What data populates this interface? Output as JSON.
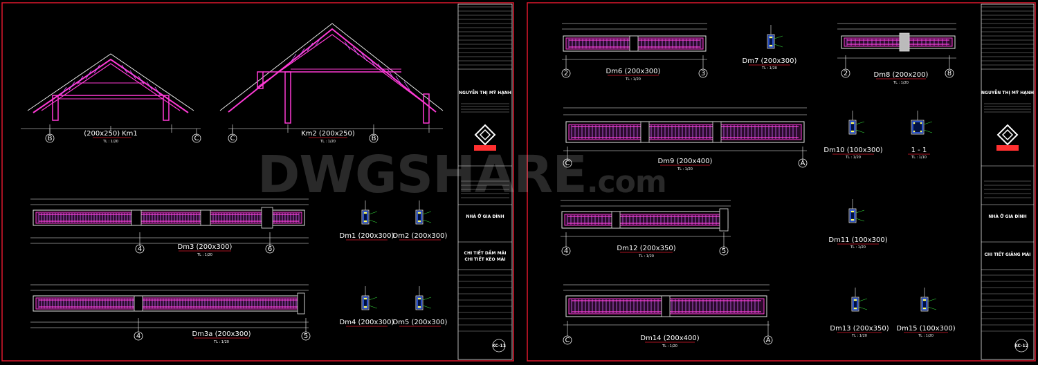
{
  "watermark": {
    "main": "DWGSHARE",
    "suffix": ".com"
  },
  "colors": {
    "frame": "#e0182d",
    "rebar": "#ff3bd6",
    "stirrup": "#d266ff",
    "concrete": "#e8e8e8",
    "dim": "#f5f5f5",
    "axis": "#ffffff",
    "green": "#35e03a",
    "blue": "#3b6bff",
    "yellow": "#ffff66",
    "logo": "#ff3030"
  },
  "sheet_left": {
    "title_block": {
      "owner": "NGUYỄN THỊ MỸ HẠNH",
      "project": "NHÀ Ở GIA ĐÌNH",
      "drawing_line1": "CHI TIẾT DẦM MÁI",
      "drawing_line2": "CHI TIẾT KÈO MÁI",
      "sheet_no": "KC-11"
    },
    "trusses": [
      {
        "name": "Km1",
        "prefix": "(200x250)",
        "scale": "TL : 1/20",
        "axes": [
          "B",
          "C"
        ]
      },
      {
        "name": "Km2",
        "suffix": "(200x250)",
        "scale": "TL : 1/20",
        "axes": [
          "C",
          "B"
        ]
      }
    ],
    "beams": [
      {
        "name": "Dm3 (200x300)",
        "scale": "TL : 1/20",
        "axes": [
          "4",
          "6"
        ]
      },
      {
        "name": "Dm3a (200x300)",
        "scale": "TL : 1/20",
        "axes": [
          "4",
          "5"
        ]
      }
    ],
    "sections": [
      {
        "name": "Dm1 (200x300)"
      },
      {
        "name": "Dm2 (200x300)"
      },
      {
        "name": "Dm4 (200x300)"
      },
      {
        "name": "Dm5 (200x300)"
      }
    ]
  },
  "sheet_right": {
    "title_block": {
      "owner": "NGUYỄN THỊ MỸ HẠNH",
      "project": "NHÀ Ở GIA ĐÌNH",
      "drawing_line1": "CHI TIẾT GIẰNG MÁI",
      "sheet_no": "KC-12"
    },
    "beams": [
      {
        "name": "Dm6 (200x300)",
        "scale": "TL : 1/20",
        "axes": [
          "2",
          "3"
        ]
      },
      {
        "name": "Dm8 (200x200)",
        "scale": "TL : 1/20",
        "axes": [
          "2",
          "8"
        ]
      },
      {
        "name": "Dm9 (200x400)",
        "scale": "TL : 1/20",
        "axes": [
          "C",
          "A"
        ]
      },
      {
        "name": "Dm12 (200x350)",
        "scale": "TL : 1/20",
        "axes": [
          "4",
          "5"
        ]
      },
      {
        "name": "Dm14 (200x400)",
        "scale": "TL : 1/20",
        "axes": [
          "C",
          "A"
        ]
      }
    ],
    "sections": [
      {
        "name": "Dm7 (200x300)",
        "scale": "TL : 1/20"
      },
      {
        "name": "Dm10 (100x300)",
        "scale": "TL : 1/20"
      },
      {
        "name": "1 - 1",
        "scale": "TL : 1/10"
      },
      {
        "name": "Dm11 (100x300)",
        "scale": "TL : 1/20"
      },
      {
        "name": "Dm13 (200x350)",
        "scale": "TL : 1/20"
      },
      {
        "name": "Dm15 (100x300)",
        "scale": "TL : 1/20"
      }
    ]
  }
}
